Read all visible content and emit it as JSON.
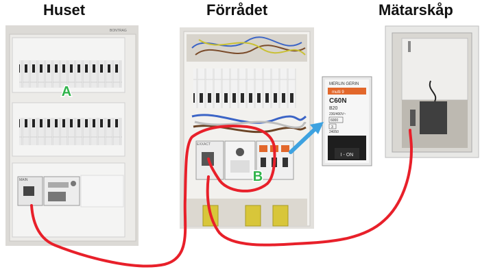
{
  "titles": {
    "house": "Huset",
    "storage": "Förrådet",
    "meter_cabinet": "Mätarskåp"
  },
  "markers": {
    "a": {
      "label": "A",
      "color": "#2fb34a"
    },
    "b": {
      "label": "B",
      "color": "#2fb34a"
    }
  },
  "house_panel": {
    "brand": "BONTRAG",
    "breaker_label": "MAIN"
  },
  "breaker_closeup": {
    "brand": "MERLIN GERIN",
    "series": "multi 9",
    "model": "C60N",
    "rating": "B20",
    "voltage": "230/400V~",
    "capacity": "6000",
    "class": "3",
    "code": "24050",
    "switch_text": "I - ON"
  },
  "colors": {
    "wire": "#e8202a",
    "arrow": "#3ea2e0",
    "marker_text": "#2fb34a"
  }
}
